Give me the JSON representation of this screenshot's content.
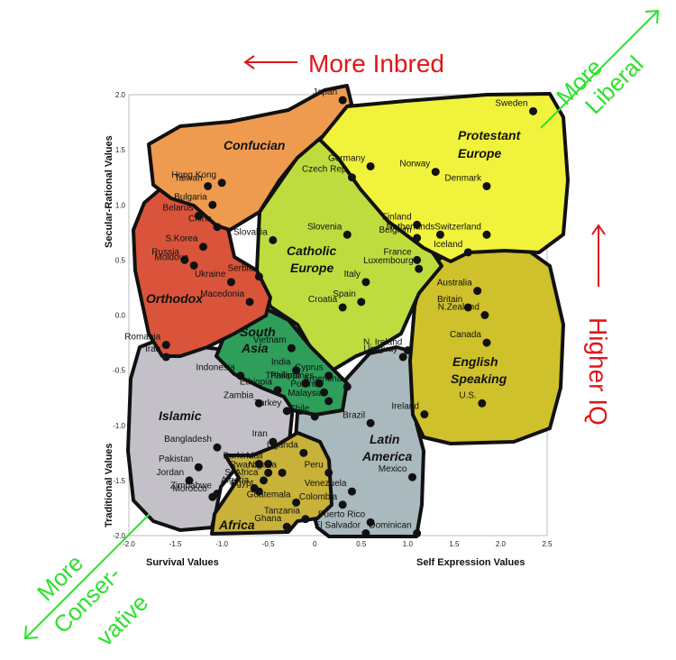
{
  "chart_data": {
    "type": "scatter",
    "x_range": [
      -2.0,
      2.5
    ],
    "y_range": [
      -2.0,
      2.0
    ],
    "x_ticks": [
      "-2.0",
      "-1.5",
      "-1.0",
      "-0.5",
      "0",
      "0.5",
      "1.0",
      "1.5",
      "2.0",
      "2.5"
    ],
    "y_ticks": [
      "2.0",
      "1.5",
      "1.0",
      "0.5",
      "0.0",
      "-0.5",
      "-1.0",
      "-1.5",
      "-2.0"
    ],
    "x_axis_labels": {
      "left": "Survival Values",
      "right": "Self Expression Values"
    },
    "y_axis_labels": {
      "top": "Secular-Rational Values",
      "bottom": "Traditional Values"
    },
    "regions": [
      {
        "name": "Confucian",
        "color": "#ee9b50"
      },
      {
        "name": "Protestant Europe",
        "color": "#f1f23c"
      },
      {
        "name": "Catholic Europe",
        "color": "#bfdc3f"
      },
      {
        "name": "Orthodox",
        "color": "#d9543a"
      },
      {
        "name": "English Speaking",
        "color": "#cfc12c"
      },
      {
        "name": "South Asia",
        "color": "#2e9e5a"
      },
      {
        "name": "Islamic",
        "color": "#c3c0c8"
      },
      {
        "name": "Latin America",
        "color": "#a9b9bd"
      },
      {
        "name": "Africa",
        "color": "#c8b23a"
      }
    ],
    "points": [
      {
        "label": "Japan",
        "x": 0.3,
        "y": 1.95
      },
      {
        "label": "Sweden",
        "x": 2.35,
        "y": 1.85
      },
      {
        "label": "Hong Kong",
        "x": -1.0,
        "y": 1.2
      },
      {
        "label": "Taiwan",
        "x": -1.15,
        "y": 1.17
      },
      {
        "label": "Germany",
        "x": 0.6,
        "y": 1.35
      },
      {
        "label": "Norway",
        "x": 1.3,
        "y": 1.3
      },
      {
        "label": "Denmark",
        "x": 1.85,
        "y": 1.17
      },
      {
        "label": "Czech Rep",
        "x": 0.4,
        "y": 1.25
      },
      {
        "label": "Bulgaria",
        "x": -1.1,
        "y": 1.0
      },
      {
        "label": "Belarus",
        "x": -1.25,
        "y": 0.9
      },
      {
        "label": "China",
        "x": -1.05,
        "y": 0.8
      },
      {
        "label": "Finland",
        "x": 1.1,
        "y": 0.82
      },
      {
        "label": "Slovenia",
        "x": 0.35,
        "y": 0.73
      },
      {
        "label": "Netherlands",
        "x": 1.35,
        "y": 0.73
      },
      {
        "label": "Switzerland",
        "x": 1.85,
        "y": 0.73
      },
      {
        "label": "Slovakia",
        "x": -0.45,
        "y": 0.68
      },
      {
        "label": "S.Korea",
        "x": -1.2,
        "y": 0.62
      },
      {
        "label": "Belgium",
        "x": 1.1,
        "y": 0.7
      },
      {
        "label": "Iceland",
        "x": 1.65,
        "y": 0.57
      },
      {
        "label": "Russia",
        "x": -1.4,
        "y": 0.5
      },
      {
        "label": "France",
        "x": 1.1,
        "y": 0.5
      },
      {
        "label": "Moldova",
        "x": -1.3,
        "y": 0.45
      },
      {
        "label": "Luxembourg",
        "x": 1.12,
        "y": 0.42
      },
      {
        "label": "Ukraine",
        "x": -0.9,
        "y": 0.3
      },
      {
        "label": "Serbia",
        "x": -0.6,
        "y": 0.35
      },
      {
        "label": "Italy",
        "x": 0.55,
        "y": 0.3
      },
      {
        "label": "Australia",
        "x": 1.75,
        "y": 0.22
      },
      {
        "label": "Macedonia",
        "x": -0.7,
        "y": 0.12
      },
      {
        "label": "Croatia",
        "x": 0.3,
        "y": 0.07
      },
      {
        "label": "Spain",
        "x": 0.5,
        "y": 0.12
      },
      {
        "label": "Britain",
        "x": 1.65,
        "y": 0.07
      },
      {
        "label": "N.Zealand",
        "x": 1.83,
        "y": 0.0
      },
      {
        "label": "Romania",
        "x": -1.6,
        "y": -0.27
      },
      {
        "label": "Vietnam",
        "x": -0.25,
        "y": -0.3
      },
      {
        "label": "Canada",
        "x": 1.85,
        "y": -0.25
      },
      {
        "label": "N. Ireland",
        "x": 1.0,
        "y": -0.32
      },
      {
        "label": "Iraq",
        "x": -1.6,
        "y": -0.38
      },
      {
        "label": "Uruguay",
        "x": 0.95,
        "y": -0.38
      },
      {
        "label": "India",
        "x": -0.2,
        "y": -0.5
      },
      {
        "label": "Cyprus",
        "x": 0.15,
        "y": -0.55
      },
      {
        "label": "Indonesia",
        "x": -0.8,
        "y": -0.55
      },
      {
        "label": "Thailand",
        "x": -0.1,
        "y": -0.62
      },
      {
        "label": "Philippines",
        "x": 0.05,
        "y": -0.62
      },
      {
        "label": "Poland",
        "x": 0.1,
        "y": -0.7
      },
      {
        "label": "Malaysia",
        "x": 0.15,
        "y": -0.78
      },
      {
        "label": "Argentina",
        "x": 0.35,
        "y": -0.65
      },
      {
        "label": "Ethiopia",
        "x": -0.4,
        "y": -0.68
      },
      {
        "label": "Ireland",
        "x": 1.18,
        "y": -0.9
      },
      {
        "label": "U.S.",
        "x": 1.8,
        "y": -0.8
      },
      {
        "label": "Zambia",
        "x": -0.6,
        "y": -0.8
      },
      {
        "label": "Turkey",
        "x": -0.3,
        "y": -0.87
      },
      {
        "label": "Chile",
        "x": 0.0,
        "y": -0.92
      },
      {
        "label": "Brazil",
        "x": 0.6,
        "y": -0.98
      },
      {
        "label": "Bangladesh",
        "x": -1.05,
        "y": -1.2
      },
      {
        "label": "Iran",
        "x": -0.45,
        "y": -1.15
      },
      {
        "label": "Uganda",
        "x": -0.12,
        "y": -1.25
      },
      {
        "label": "Pakistan",
        "x": -1.25,
        "y": -1.38
      },
      {
        "label": "Burkina",
        "x": -0.6,
        "y": -1.35
      },
      {
        "label": "Mali",
        "x": -0.5,
        "y": -1.35
      },
      {
        "label": "Rwanda",
        "x": -0.5,
        "y": -1.43
      },
      {
        "label": "Nigeria",
        "x": -0.35,
        "y": -1.43
      },
      {
        "label": "Peru",
        "x": 0.15,
        "y": -1.43
      },
      {
        "label": "S. Africa",
        "x": -0.55,
        "y": -1.5
      },
      {
        "label": "Mexico",
        "x": 1.05,
        "y": -1.47
      },
      {
        "label": "Jordan",
        "x": -1.35,
        "y": -1.5
      },
      {
        "label": "Algeria",
        "x": -0.65,
        "y": -1.57
      },
      {
        "label": "Zimbabwe",
        "x": -1.05,
        "y": -1.62
      },
      {
        "label": "Venezuela",
        "x": 0.4,
        "y": -1.6
      },
      {
        "label": "Egypt",
        "x": -0.6,
        "y": -1.6
      },
      {
        "label": "Morocco",
        "x": -1.1,
        "y": -1.65
      },
      {
        "label": "Guatemala",
        "x": -0.2,
        "y": -1.7
      },
      {
        "label": "Colombia",
        "x": 0.3,
        "y": -1.72
      },
      {
        "label": "Tanzania",
        "x": -0.1,
        "y": -1.85
      },
      {
        "label": "Ghana",
        "x": -0.3,
        "y": -1.92
      },
      {
        "label": "Puerto Rico",
        "x": 0.6,
        "y": -1.88
      },
      {
        "label": "El Salvador",
        "x": 0.55,
        "y": -1.98
      },
      {
        "label": "Dominican",
        "x": 1.1,
        "y": -1.98
      }
    ]
  },
  "annotations": {
    "inbred": "More Inbred",
    "liberal_1": "More",
    "liberal_2": "Liberal",
    "iq": "Higher IQ",
    "conservative_1": "More",
    "conservative_2": "Conser-",
    "conservative_3": "vative"
  },
  "colors": {
    "annotation_red": "#e0161b",
    "annotation_green": "#2ee02e"
  }
}
